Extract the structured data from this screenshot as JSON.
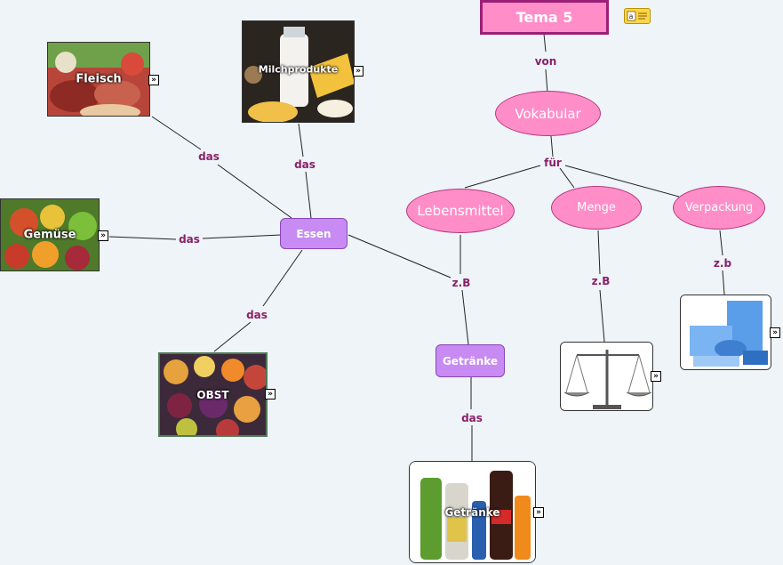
{
  "nodes": {
    "tema": "Tema 5",
    "vokabular": "Vokabular",
    "lebensmittel": "Lebensmittel",
    "menge": "Menge",
    "verpackung": "Verpackung",
    "essen": "Essen",
    "getraenke_node": "Getränke"
  },
  "images": {
    "fleisch": "Fleisch",
    "milchprodukte": "Milchprodukte",
    "gemuese": "Gemüse",
    "obst": "OBST",
    "getraenke": "Getränke"
  },
  "links": {
    "von": "von",
    "fuer": "für",
    "das_fleisch": "das",
    "das_milch": "das",
    "das_gemuese": "das",
    "das_obst": "das",
    "zb_lebensmittel": "z.B",
    "zb_menge": "z.B",
    "zb_verpackung": "z.b",
    "das_getraenke": "das"
  },
  "icons": {
    "expand": "expand-icon",
    "note": "note-icon"
  },
  "colors": {
    "background": "#eef4f7",
    "pink_node": "#ff8ec8",
    "purple_node": "#c78bf3",
    "link_text": "#8b1f6a"
  }
}
